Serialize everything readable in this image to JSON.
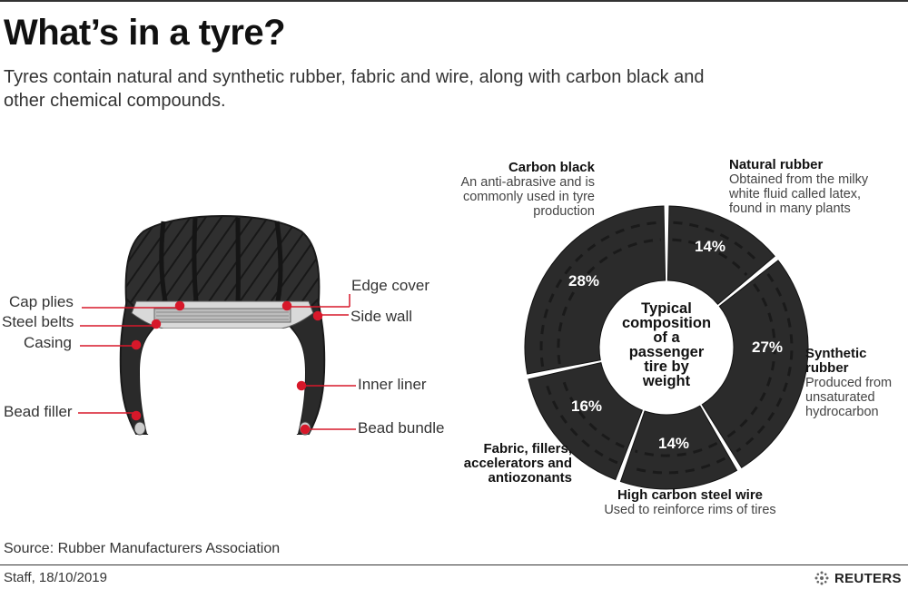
{
  "title": "What’s in a tyre?",
  "subtitle": "Tyres contain natural and synthetic rubber, fabric and wire, along with carbon black and other chemical compounds.",
  "tyre_labels": {
    "cap_plies": "Cap plies",
    "steel_belts": "Steel belts",
    "casing": "Casing",
    "bead_filler": "Bead filler",
    "edge_cover": "Edge cover",
    "side_wall": "Side wall",
    "inner_liner": "Inner liner",
    "bead_bundle": "Bead bundle"
  },
  "composition": {
    "center": [
      "Typical",
      "composition",
      "of a",
      "passenger",
      "tire by",
      "weight"
    ],
    "segments": [
      {
        "name": "Natural rubber",
        "percent": 14,
        "label": "14%",
        "desc": [
          "Obtained from the milky",
          "white fluid called latex,",
          "found in many plants"
        ]
      },
      {
        "name": "Synthetic",
        "name2": "rubber",
        "percent": 27,
        "label": "27%",
        "desc": [
          "Produced from",
          "unsaturated",
          "hydrocarbon"
        ]
      },
      {
        "name": "High carbon steel wire",
        "percent": 14,
        "label": "14%",
        "desc": [
          "Used to reinforce rims of tires"
        ]
      },
      {
        "name": "Fabric, fillers,",
        "name2": "accelerators and",
        "name3": "antiozonants",
        "percent": 16,
        "label": "16%",
        "desc": []
      },
      {
        "name": "Carbon black",
        "percent": 28,
        "label": "28%",
        "desc": [
          "An anti-abrasive and is",
          "commonly used in tyre",
          "production"
        ]
      }
    ]
  },
  "footer": {
    "source": "Source: Rubber Manufacturers Association",
    "credit": "Staff,  18/10/2019",
    "logo": "REUTERS"
  },
  "colors": {
    "accent": "#d7182a",
    "tyre": "#2b2b2b"
  }
}
